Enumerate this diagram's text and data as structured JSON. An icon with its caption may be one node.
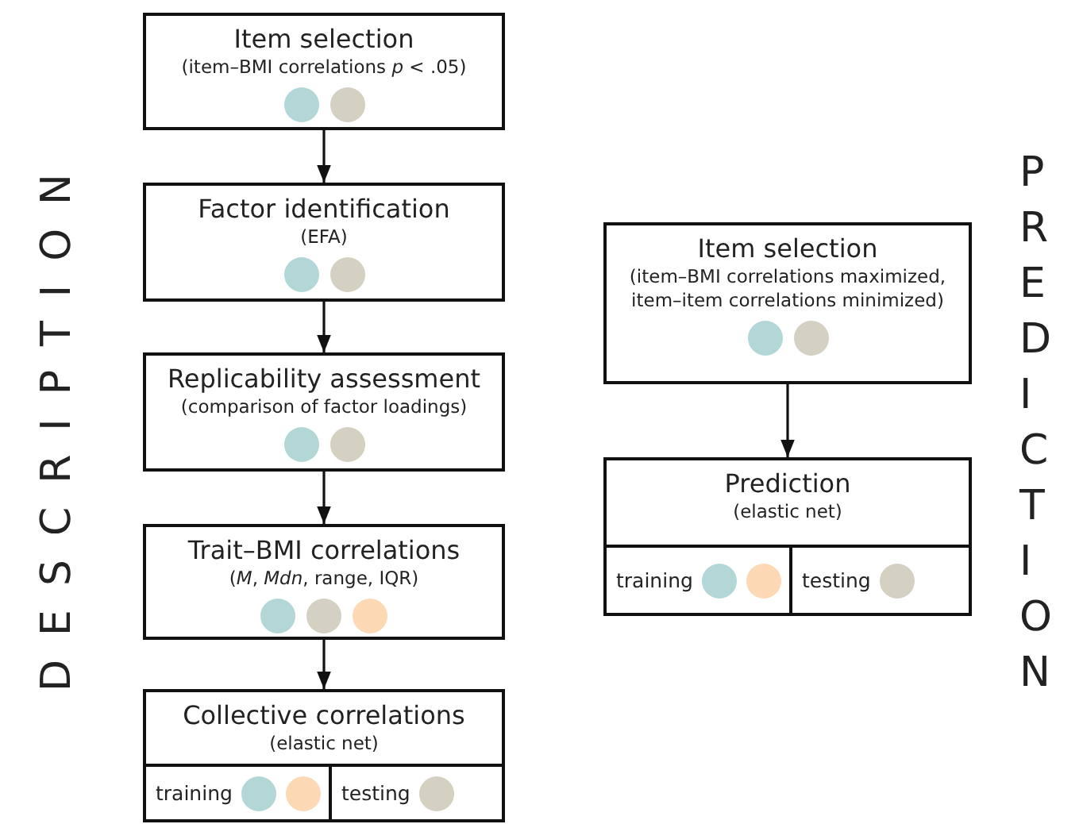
{
  "diagram": {
    "nodes": [
      {
        "text": [
          "Item selection",
          "(item–BMI correlations *p* < .05)"
        ]
      },
      {
        "text": [
          "Factor identification",
          "(EFA)"
        ]
      },
      {
        "text": [
          "Replicability assessment",
          "(comparison of factor loadings)"
        ]
      },
      {
        "text": [
          "Trait–BMI correlations",
          "(*M*, *Mdn*, range, IQR)"
        ]
      },
      {
        "text": [
          "Collective correlations",
          "(elastic net)"
        ]
      },
      {
        "text": [
          "training"
        ],
        "in": 4
      },
      {
        "text": [
          "testing"
        ],
        "in": 4
      },
      {
        "text": [
          "Item selection",
          "(item–BMI correlations maximized, item–item correlations minimized)"
        ]
      },
      {
        "text": [
          "Prediction",
          "(elastic net)"
        ]
      },
      {
        "text": [
          "training"
        ],
        "in": 8
      },
      {
        "text": [
          "testing"
        ],
        "in": 8
      }
    ],
    "edges": [
      {
        "from": 0,
        "to": 1,
        "arrow": "to"
      },
      {
        "from": 1,
        "to": 2,
        "arrow": "to"
      },
      {
        "from": 2,
        "to": 3,
        "arrow": "to"
      },
      {
        "from": 3,
        "to": 4,
        "arrow": "to"
      },
      {
        "from": 7,
        "to": 8,
        "arrow": "to"
      }
    ],
    "labels": [
      "DESCRIPTION",
      "PREDICTION"
    ]
  }
}
